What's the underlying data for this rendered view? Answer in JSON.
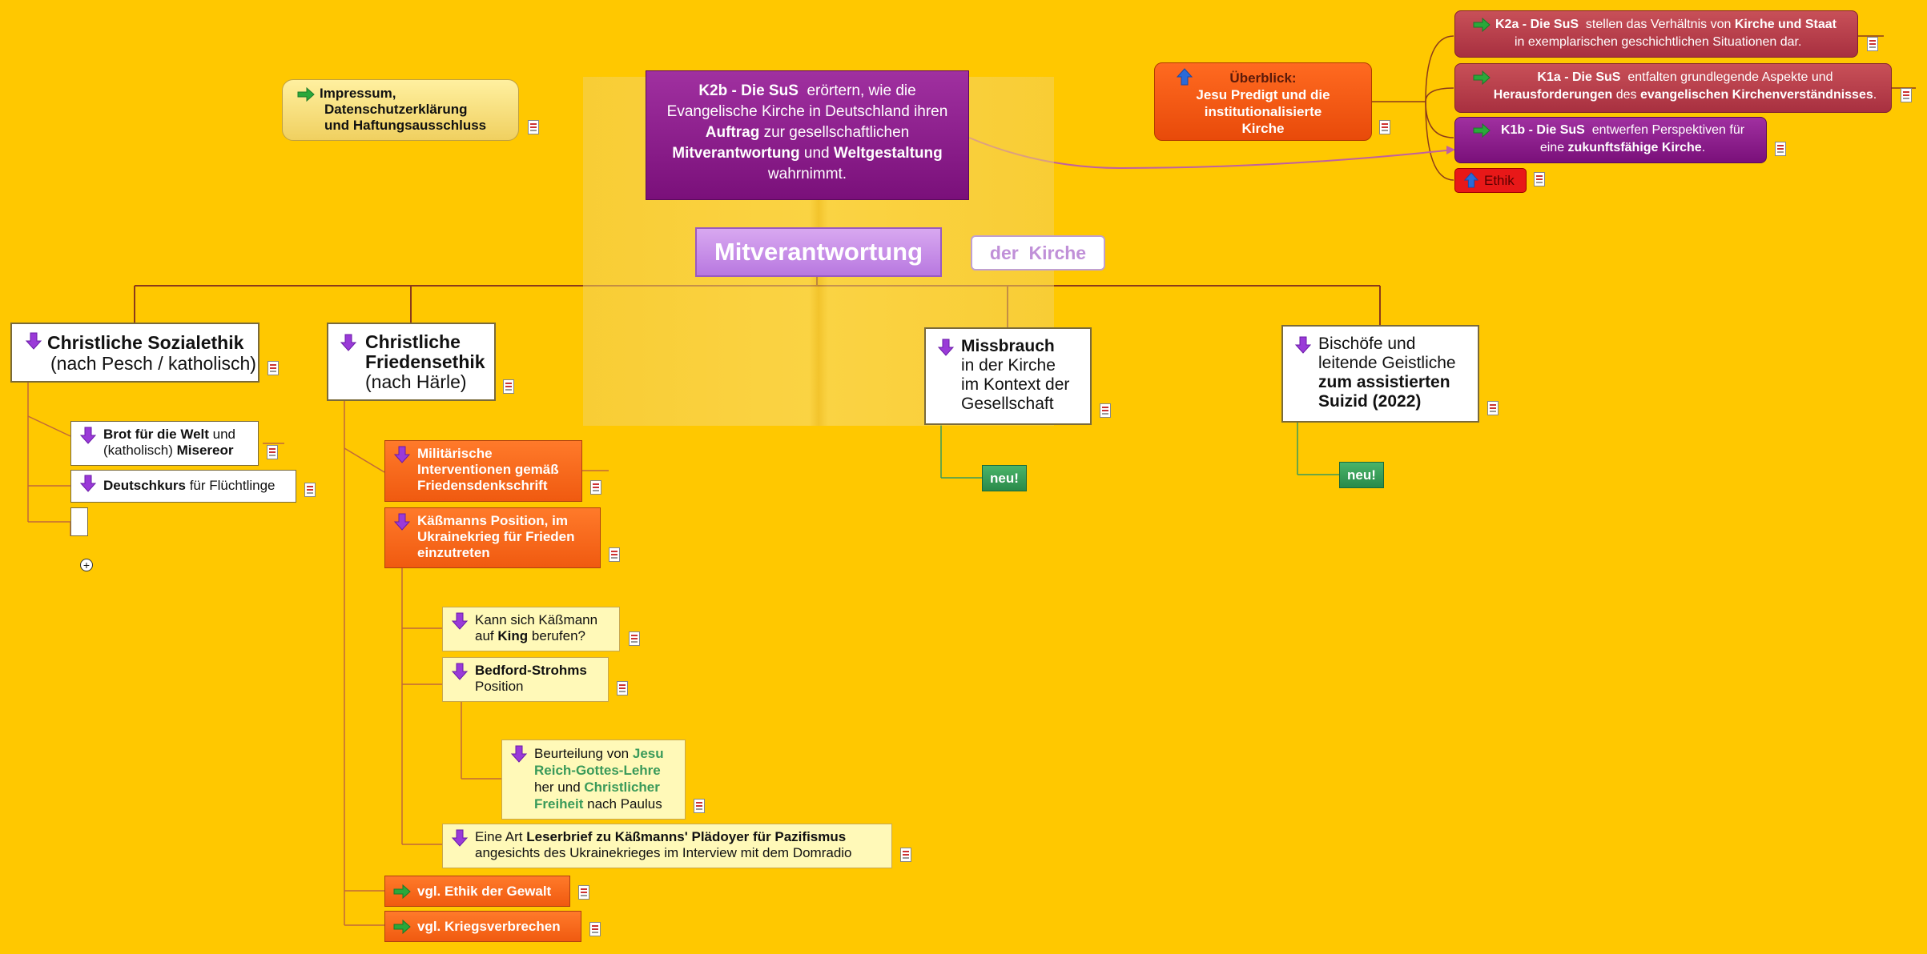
{
  "colors": {
    "background": "#FFC800",
    "purple": "#8B1A8B",
    "orange": "#F05A10",
    "dark_red": "#B8404A",
    "branch_line": "#8B3A1A",
    "green_badge": "#3A9A5A"
  },
  "icons": {
    "down_arrow": "purple-down-arrow-icon",
    "right_arrow": "green-right-arrow-icon",
    "up_arrow": "blue-up-arrow-icon",
    "note": "note-icon"
  },
  "central": {
    "title": "Mitverantwortung",
    "suffix": "der  Kirche"
  },
  "impressum": {
    "line1": "Impressum,",
    "line2": "Datenschutzerklärung",
    "line3": "und Haftungsausschluss"
  },
  "k2b": {
    "lead": "K2b - Die SuS",
    "t1": "  erörtern, wie die",
    "t2": "Evangelische Kirche in Deutschland ihren",
    "b1": "Auftrag",
    "t3": " zur gesellschaftlichen",
    "b2": "Mitverantwortung",
    "t4": " und ",
    "b3": "Weltgestaltung",
    "t5": "wahrnimmt."
  },
  "overview": {
    "line1": "Überblick:",
    "line2": "Jesu Predigt und die",
    "line3": "institutionalisierte",
    "line4": "Kirche"
  },
  "k2a": {
    "lead": "K2a - Die SuS",
    "t1": "  stellen das Verhältnis von ",
    "b1": "Kirche und Staat",
    "t2": "in exemplarischen geschichtlichen Situationen dar."
  },
  "k1a": {
    "lead": "K1a - Die SuS",
    "t1": "  entfalten grundlegende Aspekte und",
    "b1": "Herausforderungen",
    "t2": " des ",
    "b2": "evangelischen Kirchenverständnisses",
    "t3": "."
  },
  "k1b": {
    "lead": "K1b - Die SuS",
    "t1": "  entwerfen Perspektiven für",
    "t2": "eine ",
    "b1": "zukunftsfähige Kirche",
    "t3": "."
  },
  "ethik": "Ethik",
  "sozialethik": {
    "title": "Christliche Sozialethik",
    "sub": "(nach Pesch / katholisch)"
  },
  "brot": {
    "b1": "Brot für die Welt",
    "t1": " und",
    "t2": "(katholisch) ",
    "b2": "Misereor"
  },
  "deutschkurs": {
    "b1": "Deutschkurs",
    "t1": " für Flüchtlinge"
  },
  "plus": "+",
  "friedensethik": {
    "line1": "Christliche",
    "line2": "Friedensethik",
    "sub": "(nach Härle)"
  },
  "militaer": {
    "line1": "Militärische",
    "line2": "Interventionen gemäß",
    "line3": "Friedensdenkschrift"
  },
  "kaessmann": {
    "line1": "Käßmanns Position, im",
    "line2": "Ukrainekrieg für Frieden",
    "line3": "einzutreten"
  },
  "king": {
    "t1": "Kann sich Käßmann",
    "t2": "auf ",
    "b1": "King",
    "t3": " berufen?"
  },
  "bedford": {
    "b1": "Bedford-Strohms",
    "t1": "Position"
  },
  "beurteilung": {
    "t1": "Beurteilung von ",
    "g1": "Jesu",
    "g2": "Reich-Gottes-Lehre",
    "t2": "her und ",
    "g3": "Christlicher",
    "g4": "Freiheit",
    "t3": " nach Paulus"
  },
  "leserbrief": {
    "t1": "Eine Art ",
    "b1": "Leserbrief zu Käßmanns' Plädoyer für Pazifismus",
    "t2": "angesichts des Ukrainekrieges im Interview mit dem Domradio"
  },
  "gewalt": "vgl. Ethik der Gewalt",
  "kriegsverbrechen": "vgl. Kriegsverbrechen",
  "missbrauch": {
    "b1": "Missbrauch",
    "t1": "in der Kirche",
    "t2": "im Kontext der",
    "t3": "Gesellschaft"
  },
  "neu1": "neu!",
  "bischoefe": {
    "t1": "Bischöfe und",
    "t2": "leitende Geistliche",
    "b1": "zum assistierten",
    "b2": "Suizid (2022)"
  },
  "neu2": "neu!"
}
